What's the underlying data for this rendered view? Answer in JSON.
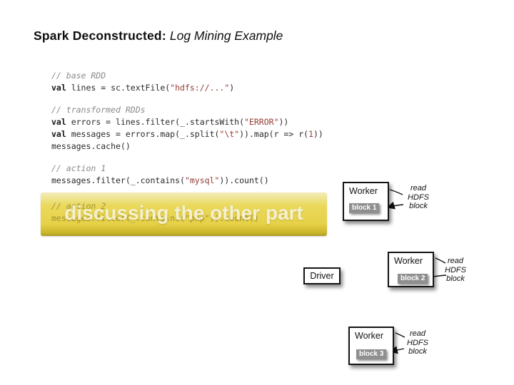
{
  "slide": {
    "title_bold": "Spark Deconstructed:",
    "title_italic": "Log Mining Example"
  },
  "code": {
    "lines": [
      {
        "segments": [
          {
            "text": "// base RDD",
            "style": "comment"
          }
        ]
      },
      {
        "segments": [
          {
            "text": "val",
            "style": "keyword"
          },
          {
            "text": " lines = sc.textFile(",
            "style": "plain"
          },
          {
            "text": "\"hdfs://...\"",
            "style": "string"
          },
          {
            "text": ")",
            "style": "plain"
          }
        ]
      },
      {
        "segments": []
      },
      {
        "segments": [
          {
            "text": "// transformed RDDs",
            "style": "comment"
          }
        ]
      },
      {
        "segments": [
          {
            "text": "val",
            "style": "keyword"
          },
          {
            "text": " errors = lines.filter(_.startsWith(",
            "style": "plain"
          },
          {
            "text": "\"ERROR\"",
            "style": "string"
          },
          {
            "text": "))",
            "style": "plain"
          }
        ]
      },
      {
        "segments": [
          {
            "text": "val",
            "style": "keyword"
          },
          {
            "text": " messages = errors.map(_.split(",
            "style": "plain"
          },
          {
            "text": "\"\\t\"",
            "style": "string"
          },
          {
            "text": ")).map(r => r(",
            "style": "plain"
          },
          {
            "text": "1",
            "style": "number"
          },
          {
            "text": "))",
            "style": "plain"
          }
        ]
      },
      {
        "segments": [
          {
            "text": "messages.cache()",
            "style": "plain"
          }
        ]
      },
      {
        "segments": []
      },
      {
        "segments": [
          {
            "text": "// action 1",
            "style": "comment"
          }
        ]
      },
      {
        "segments": [
          {
            "text": "messages.filter(_.contains(",
            "style": "plain"
          },
          {
            "text": "\"mysql\"",
            "style": "string"
          },
          {
            "text": ")).count()",
            "style": "plain"
          }
        ]
      }
    ]
  },
  "highlight_box": {
    "overlay_text": "discussing the other part",
    "code_lines": [
      "// action 2",
      "messages.filter(_.contains(\"php\")).count()"
    ]
  },
  "diagram": {
    "driver": {
      "label": "Driver"
    },
    "workers": [
      {
        "label": "Worker",
        "block": "block 1",
        "note": [
          "read",
          "HDFS",
          "block"
        ]
      },
      {
        "label": "Worker",
        "block": "block 2",
        "note": [
          "read",
          "HDFS",
          "block"
        ]
      },
      {
        "label": "Worker",
        "block": "block 3",
        "note": [
          "read",
          "HDFS",
          "block"
        ]
      }
    ]
  },
  "colors": {
    "highlight_yellow": "#e6d148",
    "code_string_red": "#963b33",
    "badge_gray": "#8f8f8f",
    "background": "#ffffff"
  }
}
